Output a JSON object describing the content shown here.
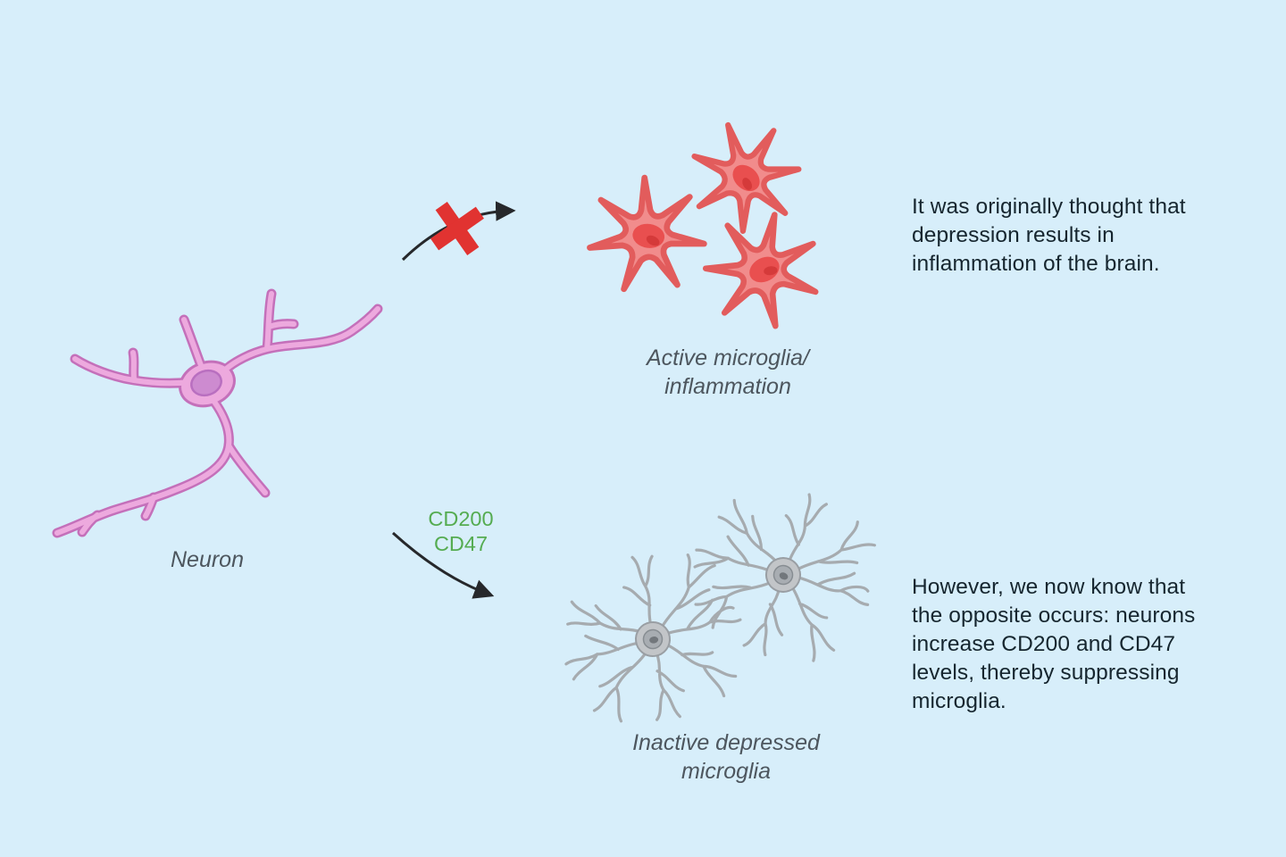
{
  "scene": {
    "background_color": "#d7eefa",
    "arrow_color": "#26282b"
  },
  "neuron": {
    "label": "Neuron",
    "body_color": "#eda9de",
    "outline_color": "#c470ba",
    "nucleus_color": "#cd8bd0",
    "nucleus_outline_color": "#b96fc0"
  },
  "blocked_pathway": {
    "cross_color": "#e13331"
  },
  "suppression_pathway": {
    "molecules": [
      "CD200",
      "CD47"
    ],
    "molecule_color": "#55ac51"
  },
  "active_microglia": {
    "label_lines": [
      "Active microglia/",
      "inflammation"
    ],
    "cell_count": 3,
    "cell_color": "#f18c8c",
    "outline_color": "#e25c5c",
    "nucleus_color": "#e94f4f",
    "nucleolus_color": "#d53a3a"
  },
  "inactive_microglia": {
    "label_lines": [
      "Inactive depressed",
      "microglia"
    ],
    "cell_count": 2,
    "branch_color": "#a6abaf",
    "soma_color": "#c2c5c8",
    "nucleus_color": "#a8adb2",
    "nucleolus_color": "#72777c"
  },
  "captions": {
    "original_belief_lines": [
      "It was originally thought that",
      "depression results in",
      "inflammation of the brain."
    ],
    "current_knowledge_lines": [
      "However, we now know that",
      "the opposite occurs: neurons",
      "increase CD200 and CD47",
      "levels, thereby suppressing",
      "microglia."
    ]
  }
}
